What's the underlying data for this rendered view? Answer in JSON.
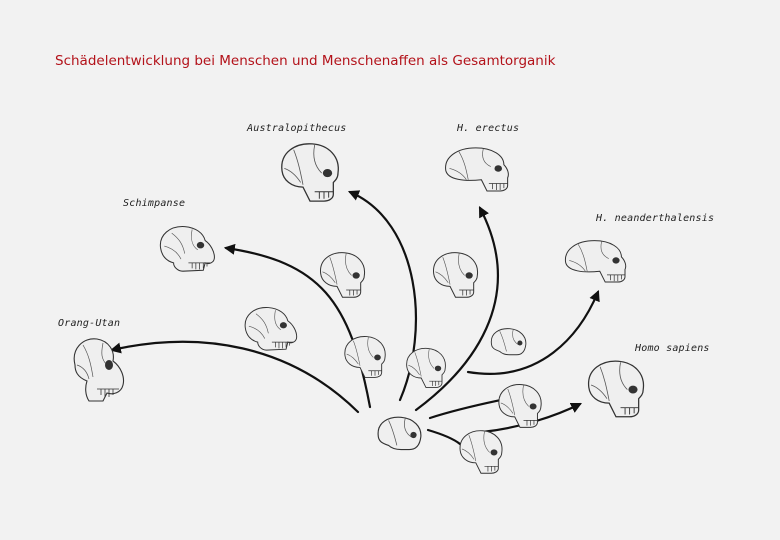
{
  "title": "Schädelentwicklung bei Menschen und Menschenaffen als Gesamtorganik",
  "labels": {
    "australopithecus": "Australopithecus",
    "erectus": "H. erectus",
    "schimpanse": "Schimpanse",
    "neanderthalensis": "H. neanderthalensis",
    "orang_utan": "Orang-Utan",
    "sapiens": "Homo sapiens"
  },
  "colors": {
    "title": "#b3121a",
    "background": "#f2f2f2",
    "arrows": "#111111"
  }
}
